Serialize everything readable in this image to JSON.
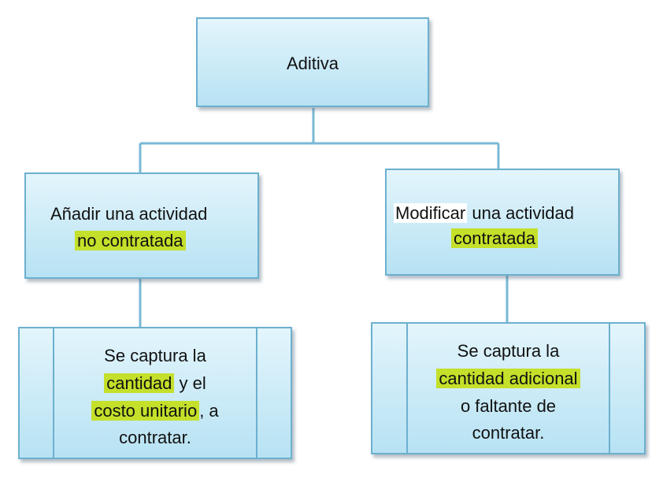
{
  "root": {
    "label": "Aditiva"
  },
  "left": {
    "line1": "Añadir una actividad",
    "line2": "no contratada",
    "detail": {
      "l1": "Se captura la",
      "l2_hl": "cantidad",
      "l2_rest": " y el",
      "l3_hl": "costo unitario",
      "l3_rest": ", a",
      "l4": "contratar."
    }
  },
  "right": {
    "line1_word": "Modificar",
    "line1_rest": " una actividad",
    "line2": "contratada",
    "detail": {
      "l1": "Se captura la",
      "l2_hl": "cantidad adicional",
      "l3": "o faltante de",
      "l4": "contratar."
    }
  },
  "colors": {
    "box_border": "#6cb0cf",
    "box_fill_top": "#e3f5fc",
    "box_fill_bottom": "#b7e2f3",
    "highlight": "#c4e02a",
    "connector": "#7ab8d6"
  }
}
